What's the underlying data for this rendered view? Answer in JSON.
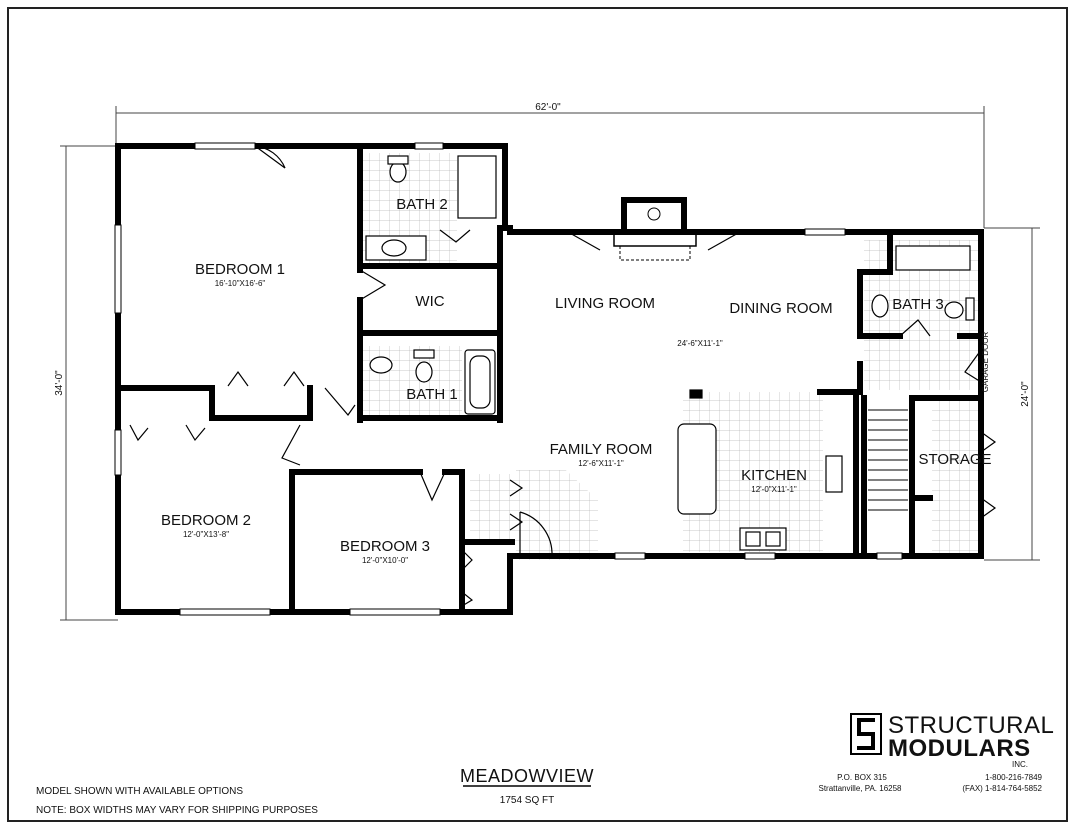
{
  "plan": {
    "overall_width": "62'-0\"",
    "overall_depth_left": "34'-0\"",
    "overall_depth_right": "24'-0\""
  },
  "rooms": {
    "bedroom1": {
      "name": "BEDROOM 1",
      "size": "16'-10\"X16'-6\""
    },
    "bath2": {
      "name": "BATH 2"
    },
    "wic": {
      "name": "WIC"
    },
    "bath1": {
      "name": "BATH 1"
    },
    "living": {
      "name": "LIVING ROOM"
    },
    "dining": {
      "name": "DINING ROOM"
    },
    "living_dining_size": "24'-6\"X11'-1\"",
    "bath3": {
      "name": "BATH 3"
    },
    "garage_door": "GARAGE DOOR",
    "family": {
      "name": "FAMILY ROOM",
      "size": "12'-6\"X11'-1\""
    },
    "kitchen": {
      "name": "KITCHEN",
      "size": "12'-0\"X11'-1\""
    },
    "storage": {
      "name": "STORAGE"
    },
    "bedroom2": {
      "name": "BEDROOM 2",
      "size": "12'-0\"X13'-8\""
    },
    "bedroom3": {
      "name": "BEDROOM 3",
      "size": "12'-0\"X10'-0\""
    }
  },
  "title_block": {
    "model_name": "MEADOWVIEW",
    "area": "1754 SQ FT",
    "note1": "MODEL SHOWN WITH AVAILABLE OPTIONS",
    "note2": "NOTE: BOX WIDTHS MAY VARY FOR SHIPPING PURPOSES"
  },
  "company": {
    "name_line1": "STRUCTURAL",
    "name_line2": "MODULARS",
    "suffix": "INC.",
    "po_box": "P.O. BOX 315",
    "city": "Strattanville, PA. 16258",
    "phone": "1-800-216-7849",
    "fax": "(FAX) 1-814-764-5852"
  }
}
